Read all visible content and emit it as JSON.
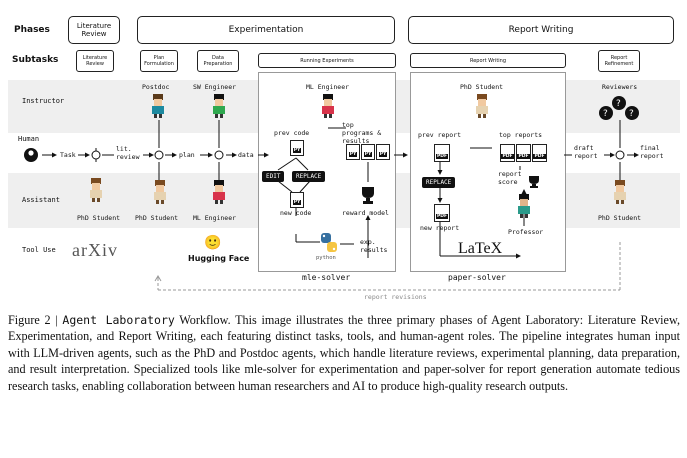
{
  "rows": {
    "phases": "Phases",
    "subtasks": "Subtasks",
    "instructor": "Instructor",
    "human": "Human",
    "assistant": "Assistant",
    "tool_use": "Tool Use"
  },
  "phases": {
    "literature_review": "Literature Review",
    "experimentation": "Experimentation",
    "report_writing": "Report Writing"
  },
  "subtasks": {
    "literature_review": "Literature Review",
    "plan_formulation": "Plan Formulation",
    "data_preparation": "Data Preparation",
    "running_experiments": "Running Experiments",
    "report_writing": "Report Writing",
    "report_refinement": "Report Refinement"
  },
  "agents": {
    "postdoc": "Postdoc",
    "sw_engineer": "SW Engineer",
    "ml_engineer_top": "ML Engineer",
    "phd_student_top": "PhD Student",
    "reviewers": "Reviewers",
    "phd_student_a": "PhD Student",
    "phd_student_b": "PhD Student",
    "ml_engineer_bottom": "ML Engineer",
    "professor": "Professor",
    "phd_student_c": "PhD Student"
  },
  "flow": {
    "task": "Task",
    "lit_review": "lit. review",
    "plan": "plan",
    "data": "data",
    "draft_report": "draft report",
    "final_report": "final report"
  },
  "mle": {
    "prev_code": "prev code",
    "top_programs": "top programs & results",
    "edit": "EDIT",
    "replace": "REPLACE",
    "new_code": "new code",
    "reward_model": "reward model",
    "exp_results": "exp. results",
    "python": "python",
    "py": "PY",
    "solver_name": "mle-solver"
  },
  "paper": {
    "prev_report": "prev report",
    "top_reports": "top reports",
    "replace": "REPLACE",
    "new_report": "new report",
    "report_score": "report score",
    "latex": "LaTeX",
    "pdf": "PDF",
    "solver_name": "paper-solver"
  },
  "tools": {
    "arxiv": "arXiv",
    "hugging_face": "Hugging Face"
  },
  "report_revisions": "report revisions",
  "caption": {
    "figure": "Figure 2 |",
    "name": "Agent Laboratory",
    "text": " Workflow. This image illustrates the three primary phases of Agent Laboratory: Literature Review, Experimentation, and Report Writing, each featuring distinct tasks, tools, and human-agent roles. The pipeline integrates human input with LLM-driven agents, such as the PhD and Postdoc agents, which handle literature reviews, experimental planning, data preparation, and result interpretation. Specialized tools like mle-solver for experimentation and paper-solver for report generation automate tedious research tasks, enabling collaboration between human researchers and AI to produce high-quality research outputs."
  }
}
